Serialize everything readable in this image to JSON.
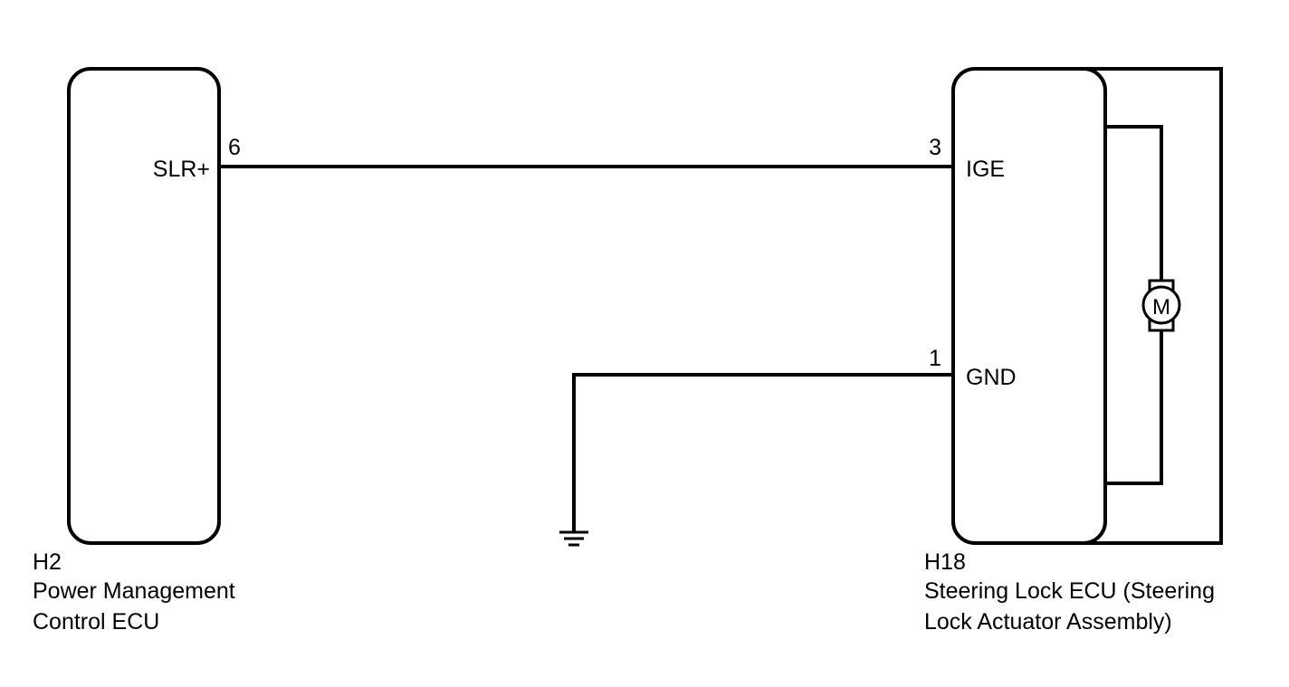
{
  "left_ecu": {
    "connector": "H2",
    "name_line1": "Power Management",
    "name_line2": "Control ECU",
    "pin_number": "6",
    "pin_label": "SLR+"
  },
  "right_ecu": {
    "connector": "H18",
    "name_line1": "Steering Lock ECU (Steering",
    "name_line2": "Lock Actuator Assembly)",
    "pins": [
      {
        "number": "3",
        "label": "IGE"
      },
      {
        "number": "1",
        "label": "GND"
      }
    ]
  },
  "motor": {
    "symbol": "M"
  }
}
